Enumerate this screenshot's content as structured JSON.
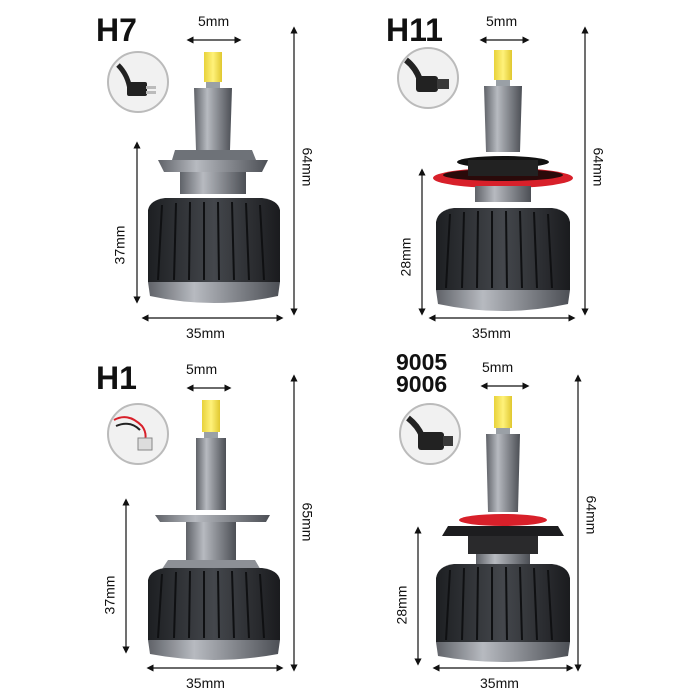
{
  "panels": [
    {
      "model": "H7",
      "tip_width": "5mm",
      "total_height": "64mm",
      "base_height": "37mm",
      "base_width": "35mm",
      "connector_icon": "h7-connector-icon"
    },
    {
      "model": "H11",
      "tip_width": "5mm",
      "total_height": "64mm",
      "base_height": "28mm",
      "base_width": "35mm",
      "connector_icon": "h11-connector-icon"
    },
    {
      "model": "H1",
      "tip_width": "5mm",
      "total_height": "65mm",
      "base_height": "37mm",
      "base_width": "35mm",
      "connector_icon": "h1-wire-connector-icon"
    },
    {
      "model_line1": "9005",
      "model_line2": "9006",
      "tip_width": "5mm",
      "total_height": "64mm",
      "base_height": "28mm",
      "base_width": "35mm",
      "connector_icon": "9005-connector-icon"
    }
  ],
  "colors": {
    "heatsink": "#2d2f33",
    "body": "#8d9096",
    "seal_ring": "#d8202a",
    "chip": "#f2e24a",
    "arrow": "#111111"
  }
}
